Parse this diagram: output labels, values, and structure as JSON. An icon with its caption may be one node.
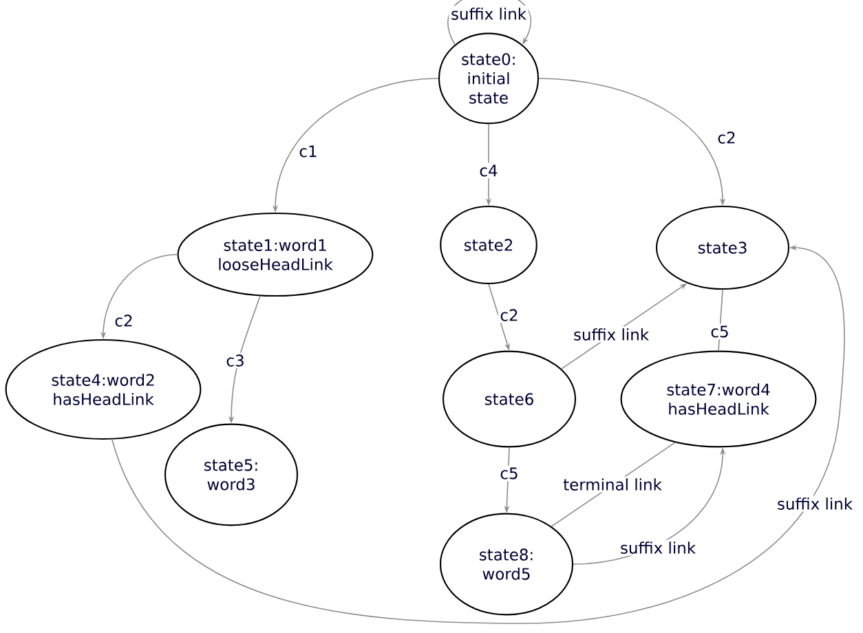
{
  "diagram": {
    "nodes": [
      {
        "text": [
          "state0: initial state"
        ]
      },
      {
        "text": [
          "state1:word1 looseHeadLink"
        ]
      },
      {
        "text": [
          "state2"
        ]
      },
      {
        "text": [
          "state3"
        ]
      },
      {
        "text": [
          "state4:word2 hasHeadLink"
        ]
      },
      {
        "text": [
          "state5: word3"
        ]
      },
      {
        "text": [
          "state6"
        ]
      },
      {
        "text": [
          "state7:word4 hasHeadLink"
        ]
      },
      {
        "text": [
          "state8: word5"
        ]
      }
    ],
    "edges": [
      {
        "from": 0,
        "to": 0,
        "arrow": "to",
        "label": "suffix link"
      },
      {
        "from": 0,
        "to": 1,
        "arrow": "to",
        "label": "c1"
      },
      {
        "from": 0,
        "to": 3,
        "arrow": "to",
        "label": "c2"
      },
      {
        "from": 0,
        "to": 2,
        "arrow": "to",
        "label": "c4"
      },
      {
        "from": 1,
        "to": 4,
        "arrow": "to",
        "label": "c2"
      },
      {
        "from": 1,
        "to": 5,
        "arrow": "to",
        "label": "c3"
      },
      {
        "from": 2,
        "to": 6,
        "arrow": "to",
        "label": "c2"
      },
      {
        "from": 3,
        "to": 7,
        "arrow": "none",
        "label": "c5"
      },
      {
        "from": 6,
        "to": 3,
        "arrow": "to",
        "label": "suffix link"
      },
      {
        "from": 6,
        "to": 8,
        "arrow": "to",
        "label": "c5"
      },
      {
        "from": 8,
        "to": 7,
        "arrow": "none",
        "label": "terminal link"
      },
      {
        "from": 8,
        "to": 7,
        "arrow": "to",
        "label": "suffix link"
      },
      {
        "from": 4,
        "to": 3,
        "arrow": "to",
        "label": "suffix link"
      }
    ]
  }
}
